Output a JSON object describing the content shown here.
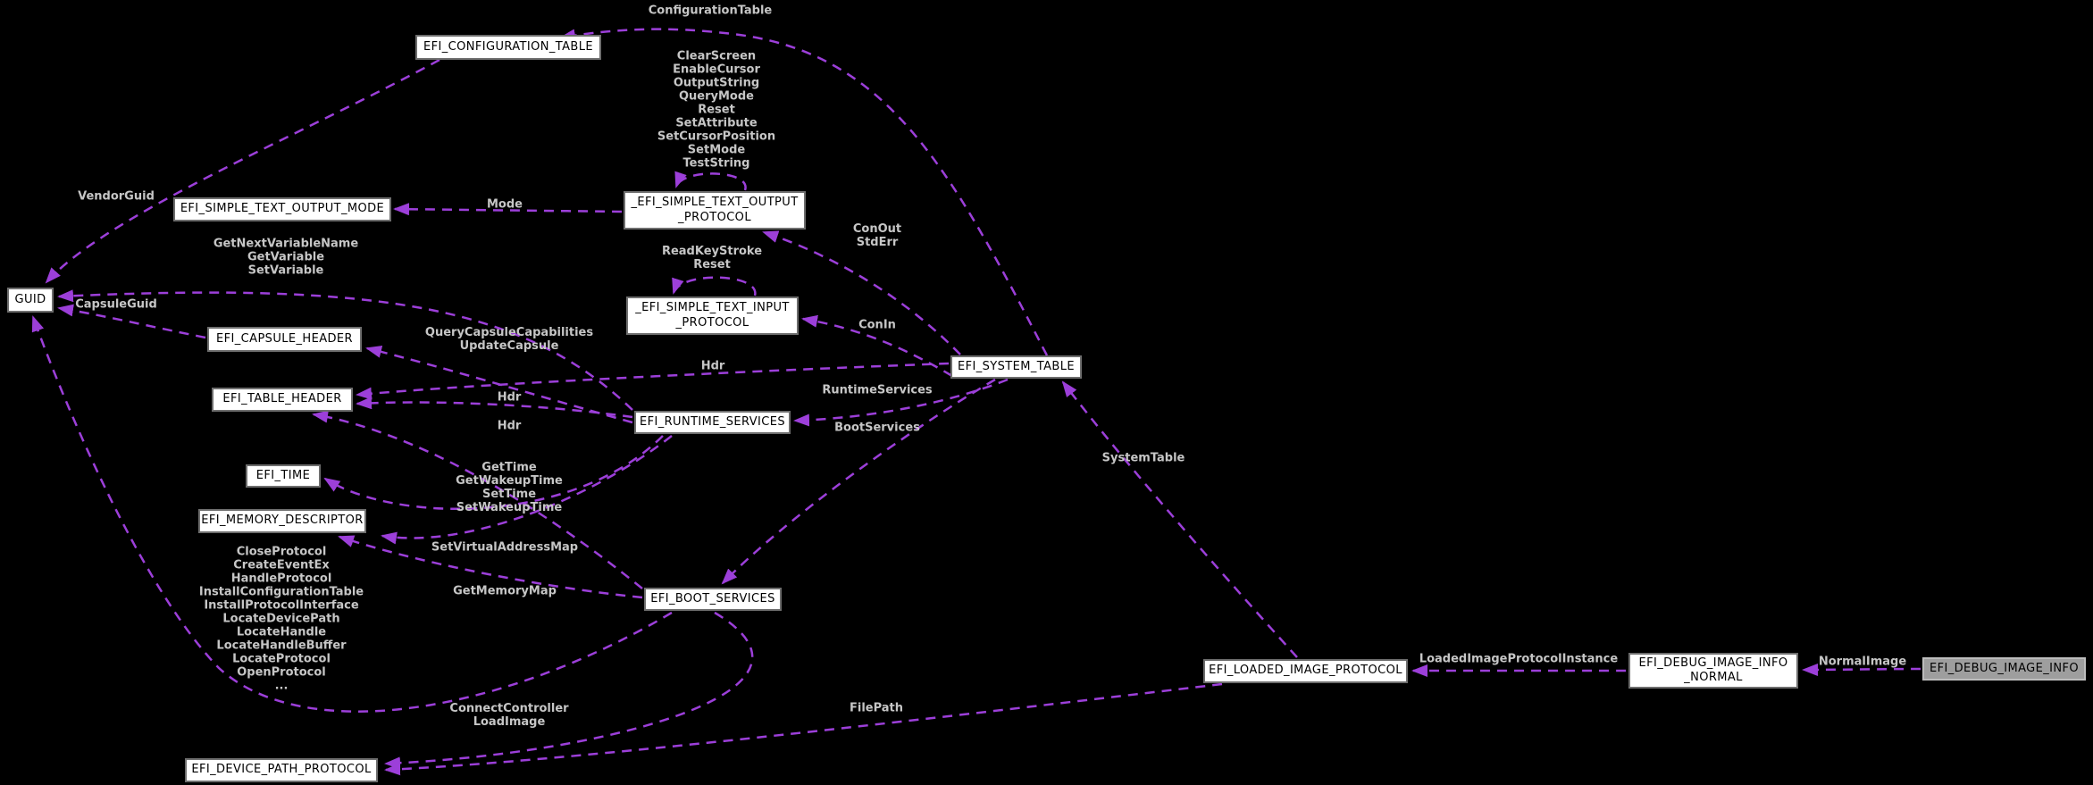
{
  "diagram": {
    "kind": "doxygen-collaboration-graph",
    "background_color": "#000000",
    "edge_color": "#9c3fd9",
    "edge_label_color": "#c6c6c6",
    "node_fill": "#ffffff",
    "highlight_node_fill": "#9e9e9e",
    "nodes": [
      {
        "id": "configuration-table",
        "label": "EFI_CONFIGURATION_TABLE"
      },
      {
        "id": "simple-text-output-mode",
        "label": "EFI_SIMPLE_TEXT_OUTPUT_MODE"
      },
      {
        "id": "simple-text-output-protocol",
        "label": "_EFI_SIMPLE_TEXT_OUTPUT\n_PROTOCOL"
      },
      {
        "id": "guid",
        "label": "GUID"
      },
      {
        "id": "simple-text-input-protocol",
        "label": "_EFI_SIMPLE_TEXT_INPUT\n_PROTOCOL"
      },
      {
        "id": "capsule-header",
        "label": "EFI_CAPSULE_HEADER"
      },
      {
        "id": "system-table",
        "label": "EFI_SYSTEM_TABLE"
      },
      {
        "id": "table-header",
        "label": "EFI_TABLE_HEADER"
      },
      {
        "id": "runtime-services",
        "label": "EFI_RUNTIME_SERVICES"
      },
      {
        "id": "time",
        "label": "EFI_TIME"
      },
      {
        "id": "memory-descriptor",
        "label": "EFI_MEMORY_DESCRIPTOR"
      },
      {
        "id": "boot-services",
        "label": "EFI_BOOT_SERVICES"
      },
      {
        "id": "loaded-image-protocol",
        "label": "EFI_LOADED_IMAGE_PROTOCOL"
      },
      {
        "id": "debug-image-info-normal",
        "label": "EFI_DEBUG_IMAGE_INFO\n_NORMAL"
      },
      {
        "id": "debug-image-info",
        "label": "EFI_DEBUG_IMAGE_INFO",
        "highlighted": true
      },
      {
        "id": "device-path-protocol",
        "label": "EFI_DEVICE_PATH_PROTOCOL"
      }
    ],
    "edge_labels": [
      {
        "id": "configurationtable",
        "text": "ConfigurationTable"
      },
      {
        "id": "output-selfloop",
        "text": "ClearScreen\nEnableCursor\nOutputString\nQueryMode\nReset\nSetAttribute\nSetCursorPosition\nSetMode\nTestString"
      },
      {
        "id": "vendorguid",
        "text": "VendorGuid"
      },
      {
        "id": "mode",
        "text": "Mode"
      },
      {
        "id": "getvariable-group",
        "text": "GetNextVariableName\nGetVariable\nSetVariable"
      },
      {
        "id": "capsuleguid",
        "text": "CapsuleGuid"
      },
      {
        "id": "input-selfloop",
        "text": "ReadKeyStroke\nReset"
      },
      {
        "id": "conout-stderr",
        "text": "ConOut\nStdErr"
      },
      {
        "id": "querycapsule-group",
        "text": "QueryCapsuleCapabilities\nUpdateCapsule"
      },
      {
        "id": "conin",
        "text": "ConIn"
      },
      {
        "id": "hdr-top",
        "text": "Hdr"
      },
      {
        "id": "runtimeservices",
        "text": "RuntimeServices"
      },
      {
        "id": "hdr-mid",
        "text": "Hdr"
      },
      {
        "id": "hdr-bottom",
        "text": "Hdr"
      },
      {
        "id": "bootservices",
        "text": "BootServices"
      },
      {
        "id": "systemtable",
        "text": "SystemTable"
      },
      {
        "id": "gettime-group",
        "text": "GetTime\nGetWakeupTime\nSetTime\nSetWakeupTime"
      },
      {
        "id": "setvirtualaddressmap",
        "text": "SetVirtualAddressMap"
      },
      {
        "id": "getmemorymap",
        "text": "GetMemoryMap"
      },
      {
        "id": "closeprotocol-group",
        "text": "CloseProtocol\nCreateEventEx\nHandleProtocol\nInstallConfigurationTable\nInstallProtocolInterface\nLocateDevicePath\nLocateHandle\nLocateHandleBuffer\nLocateProtocol\nOpenProtocol\n..."
      },
      {
        "id": "loadedimageprotocolinstance",
        "text": "LoadedImageProtocolInstance"
      },
      {
        "id": "normalimage",
        "text": "NormalImage"
      },
      {
        "id": "connectcontroller-group",
        "text": "ConnectController\nLoadImage"
      },
      {
        "id": "filepath",
        "text": "FilePath"
      }
    ]
  }
}
